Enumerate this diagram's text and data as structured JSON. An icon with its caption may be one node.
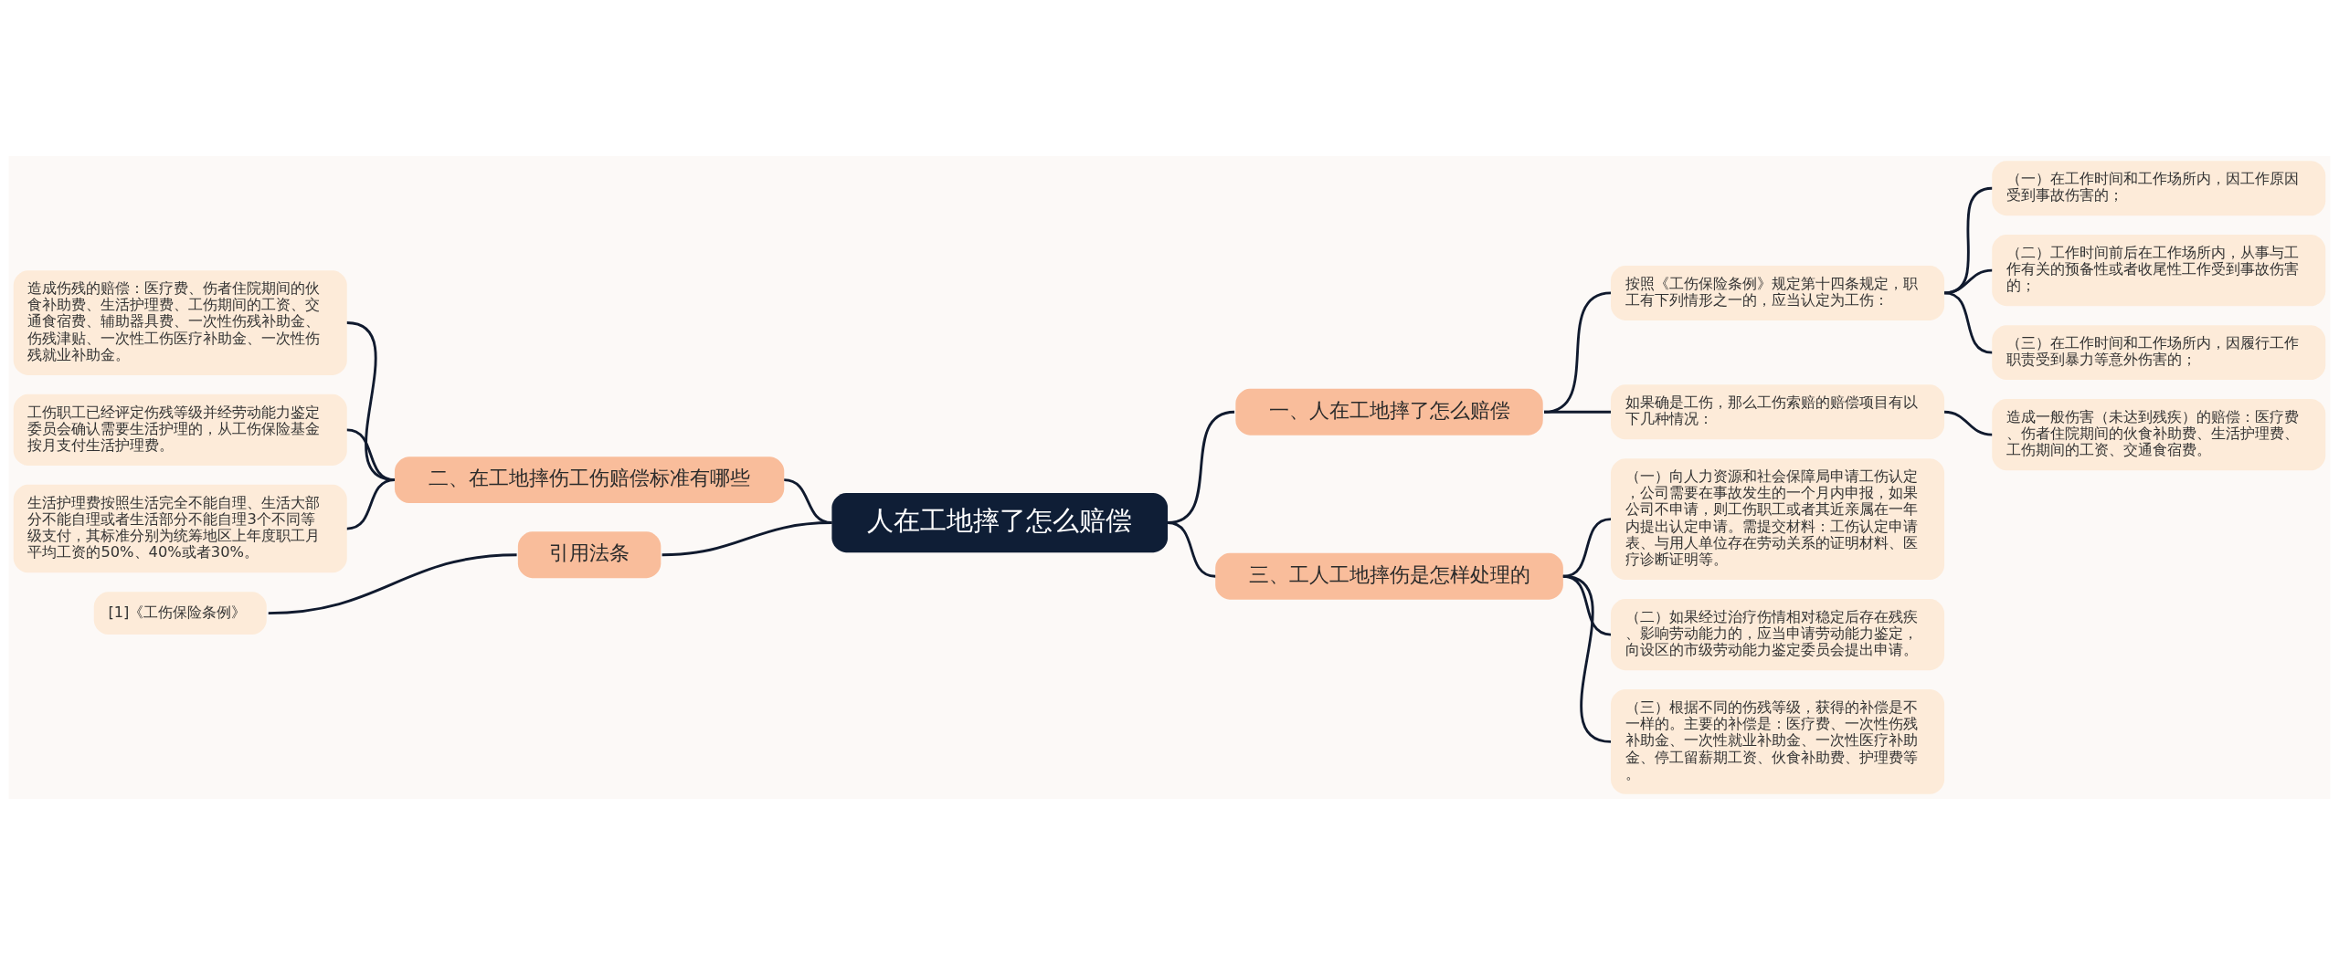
{
  "diagram": {
    "nodes": [
      {
        "text": [
          "人在工地摔了怎么赔偿"
        ]
      },
      {
        "text": [
          "一、人在工地摔了怎么赔偿"
        ]
      },
      {
        "text": [
          "按照《工伤保险条例》规定第十四条规定，职工有下列情形之一的，应当认定为工伤："
        ]
      },
      {
        "text": [
          "（一）在工作时间和工作场所内，因工作原因受到事故伤害的；"
        ]
      },
      {
        "text": [
          "（二）工作时间前后在工作场所内，从事与工作有关的预备性或者收尾性工作受到事故伤害的；"
        ]
      },
      {
        "text": [
          "（三）在工作时间和工作场所内，因履行工作职责受到暴力等意外伤害的；"
        ]
      },
      {
        "text": [
          "如果确是工伤，那么工伤索赔的赔偿项目有以下几种情况："
        ]
      },
      {
        "text": [
          "造成一般伤害（未达到残疾）的赔偿：医疗费、伤者住院期间的伙食补助费、生活护理费、工伤期间的工资、交通食宿费。"
        ]
      },
      {
        "text": [
          "二、在工地摔伤工伤赔偿标准有哪些"
        ]
      },
      {
        "text": [
          "造成伤残的赔偿：医疗费、伤者住院期间的伙食补助费、生活护理费、工伤期间的工资、交通食宿费、辅助器具费、一次性伤残补助金、伤残津贴、一次性工伤医疗补助金、一次性伤残就业补助金。"
        ]
      },
      {
        "text": [
          "工伤职工已经评定伤残等级并经劳动能力鉴定委员会确认需要生活护理的，从工伤保险基金按月支付生活护理费。"
        ]
      },
      {
        "text": [
          "生活护理费按照生活完全不能自理、生活大部分不能自理或者生活部分不能自理3个不同等级支付，其标准分别为统筹地区上年度职工月平均工资的50%、40%或者30%。"
        ]
      },
      {
        "text": [
          "三、工人工地摔伤是怎样处理的"
        ]
      },
      {
        "text": [
          "（一）向人力资源和社会保障局申请工伤认定，公司需要在事故发生的一个月内申报，如果公司不申请，则工伤职工或者其近亲属在一年内提出认定申请。需提交材料：工伤认定申请表、与用人单位存在劳动关系的证明材料、医疗诊断证明等。"
        ]
      },
      {
        "text": [
          "（二）如果经过治疗伤情相对稳定后存在残疾、影响劳动能力的，应当申请劳动能力鉴定，向设区的市级劳动能力鉴定委员会提出申请。"
        ]
      },
      {
        "text": [
          "（三）根据不同的伤残等级，获得的补偿是不一样的。主要的补偿是：医疗费、一次性伤残补助金、一次性就业补助金、一次性医疗补助金、停工留薪期工资、伙食补助费、护理费等。"
        ]
      },
      {
        "text": [
          "引用法条"
        ]
      },
      {
        "text": [
          "[1]《工伤保险条例》"
        ]
      }
    ],
    "edges": [
      {
        "from": 0,
        "to": 1,
        "arrow": "none"
      },
      {
        "from": 1,
        "to": 2,
        "arrow": "none"
      },
      {
        "from": 2,
        "to": 3,
        "arrow": "none"
      },
      {
        "from": 2,
        "to": 4,
        "arrow": "none"
      },
      {
        "from": 2,
        "to": 5,
        "arrow": "none"
      },
      {
        "from": 1,
        "to": 6,
        "arrow": "none"
      },
      {
        "from": 6,
        "to": 7,
        "arrow": "none"
      },
      {
        "from": 0,
        "to": 8,
        "arrow": "none"
      },
      {
        "from": 8,
        "to": 9,
        "arrow": "none"
      },
      {
        "from": 8,
        "to": 10,
        "arrow": "none"
      },
      {
        "from": 8,
        "to": 11,
        "arrow": "none"
      },
      {
        "from": 0,
        "to": 12,
        "arrow": "none"
      },
      {
        "from": 12,
        "to": 13,
        "arrow": "none"
      },
      {
        "from": 12,
        "to": 14,
        "arrow": "none"
      },
      {
        "from": 12,
        "to": 15,
        "arrow": "none"
      },
      {
        "from": 0,
        "to": 16,
        "arrow": "none"
      },
      {
        "from": 16,
        "to": 17,
        "arrow": "none"
      }
    ]
  }
}
